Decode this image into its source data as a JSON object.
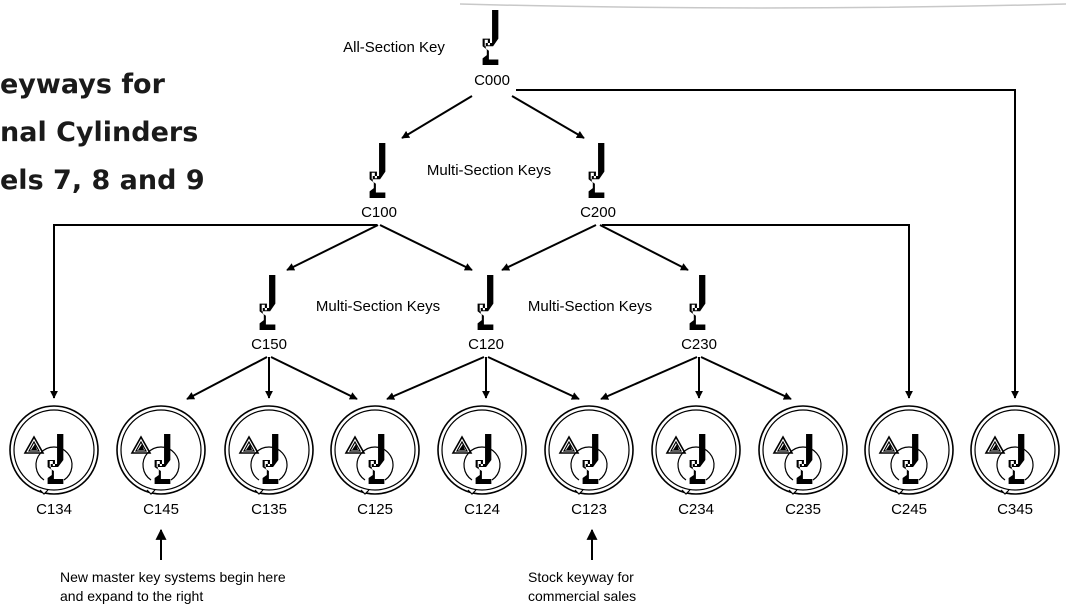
{
  "title_lines": [
    "eyways for",
    "nal Cylinders",
    "els 7, 8 and 9"
  ],
  "labels": {
    "all_section": "All-Section Key",
    "multi_section": "Multi-Section Keys"
  },
  "keys": {
    "top": "C000",
    "mid": [
      "C100",
      "C200"
    ],
    "low": [
      "C150",
      "C120",
      "C230"
    ]
  },
  "cylinders": [
    "C134",
    "C145",
    "C135",
    "C125",
    "C124",
    "C123",
    "C234",
    "C235",
    "C245",
    "C345"
  ],
  "notes": {
    "new_systems_line1": "New master key systems begin here",
    "new_systems_line2": "and expand to the right",
    "stock_line1": "Stock keyway for",
    "stock_line2": "commercial sales"
  }
}
